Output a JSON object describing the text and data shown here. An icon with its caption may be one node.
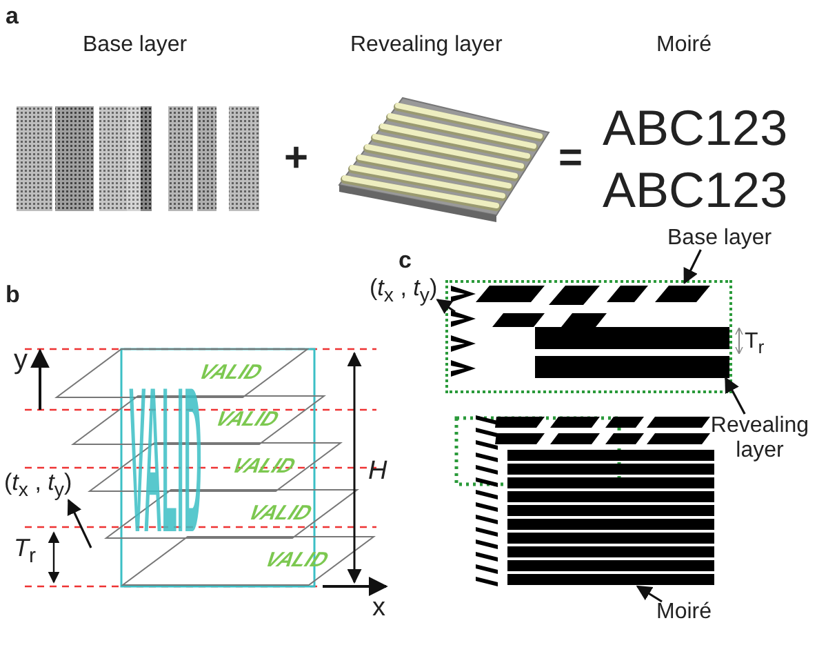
{
  "diagram": {
    "nodes": [
      {
        "text": [
          "Base layer"
        ]
      },
      {
        "text": [],
        "shape": "picture"
      },
      {
        "text": [
          "Revealing layer"
        ]
      },
      {
        "text": [],
        "shape": "picture",
        "in": 1
      },
      {
        "text": [
          "Moiré"
        ]
      },
      {
        "text": [],
        "shape": "picture"
      },
      {
        "text": [
          "(*t*$_{x}$ , *t*$_{y}$)"
        ]
      },
      {
        "text": [
          "(*t*$_{x}$ , *t*$_{y}$)"
        ]
      }
    ],
    "edges": [
      {
        "from": 0,
        "to": 1,
        "arrow": "to"
      },
      {
        "from": 2,
        "to": 3,
        "arrow": "to"
      },
      {
        "from": 4,
        "to": 5,
        "arrow": "to"
      },
      {
        "from": null,
        "to": 6,
        "arrow": "to"
      },
      {
        "from": null,
        "to": 7,
        "arrow": "to"
      }
    ],
    "labels": [
      "a",
      "Base layer",
      "Revealing layer",
      "Moiré",
      "+",
      "=",
      "ABC123",
      "ABC123",
      "b",
      "y",
      "VALID",
      "VALID",
      "VALID",
      "VALID",
      "VALID",
      "VALID",
      "*H*",
      "*T*$_{r}$",
      "x",
      "c",
      "T$_{r}$"
    ]
  }
}
